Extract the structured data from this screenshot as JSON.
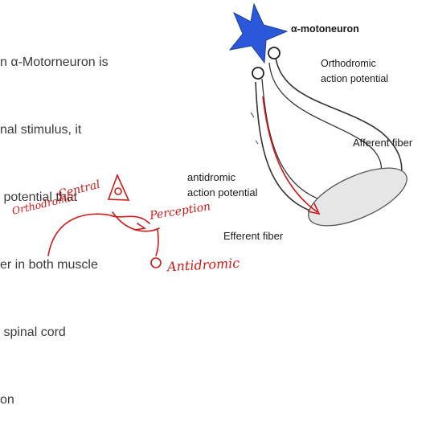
{
  "paragraph": [
    "n α-Motorneuron is",
    "nal stimulus, it",
    " potential that",
    "er in both muscle",
    " spinal cord",
    "on"
  ],
  "diagram": {
    "neuron_label": "α-motoneuron",
    "orthodromic_label_line1": "Orthodromic",
    "orthodromic_label_line2": "action potential",
    "afferent_label": "Afferent fiber",
    "antidromic_label_line1": "antidromic",
    "antidromic_label_line2": "action potential",
    "efferent_label": "Efferent fiber"
  },
  "handwriting": {
    "central": "Central",
    "orthodromic": "Orthodromic",
    "perception": "Perception",
    "antidromic": "Antidromic"
  },
  "colors": {
    "neuron_fill": "#2b57d9",
    "ink_red": "#d41717",
    "line_dark": "#333333",
    "muscle_fill": "#e6e6e6"
  }
}
